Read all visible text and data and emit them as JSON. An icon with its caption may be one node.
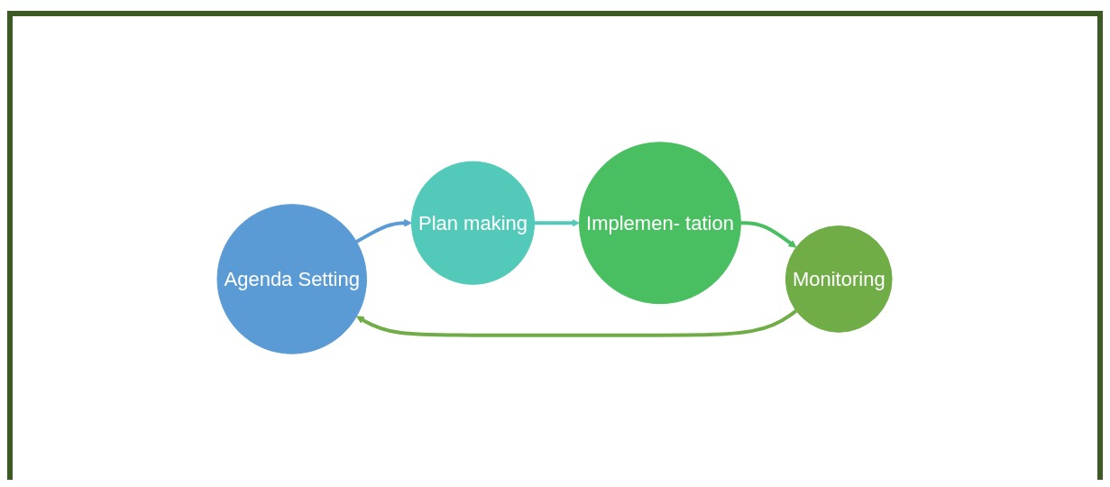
{
  "diagram": {
    "nodes": [
      {
        "text": [
          "Agenda Setting"
        ]
      },
      {
        "text": [
          "Plan making"
        ]
      },
      {
        "text": [
          "Implemen- tation"
        ]
      },
      {
        "text": [
          "Monitoring"
        ]
      }
    ],
    "edges": [
      {
        "from": 0,
        "to": 1,
        "arrow": "to",
        "color": "#5b9bd5"
      },
      {
        "from": 1,
        "to": 2,
        "arrow": "to",
        "color": "#53c9b9"
      },
      {
        "from": 2,
        "to": 3,
        "arrow": "to",
        "color": "#49bf62"
      },
      {
        "from": 3,
        "to": 0,
        "arrow": "to",
        "color": "#70ad47"
      }
    ]
  }
}
